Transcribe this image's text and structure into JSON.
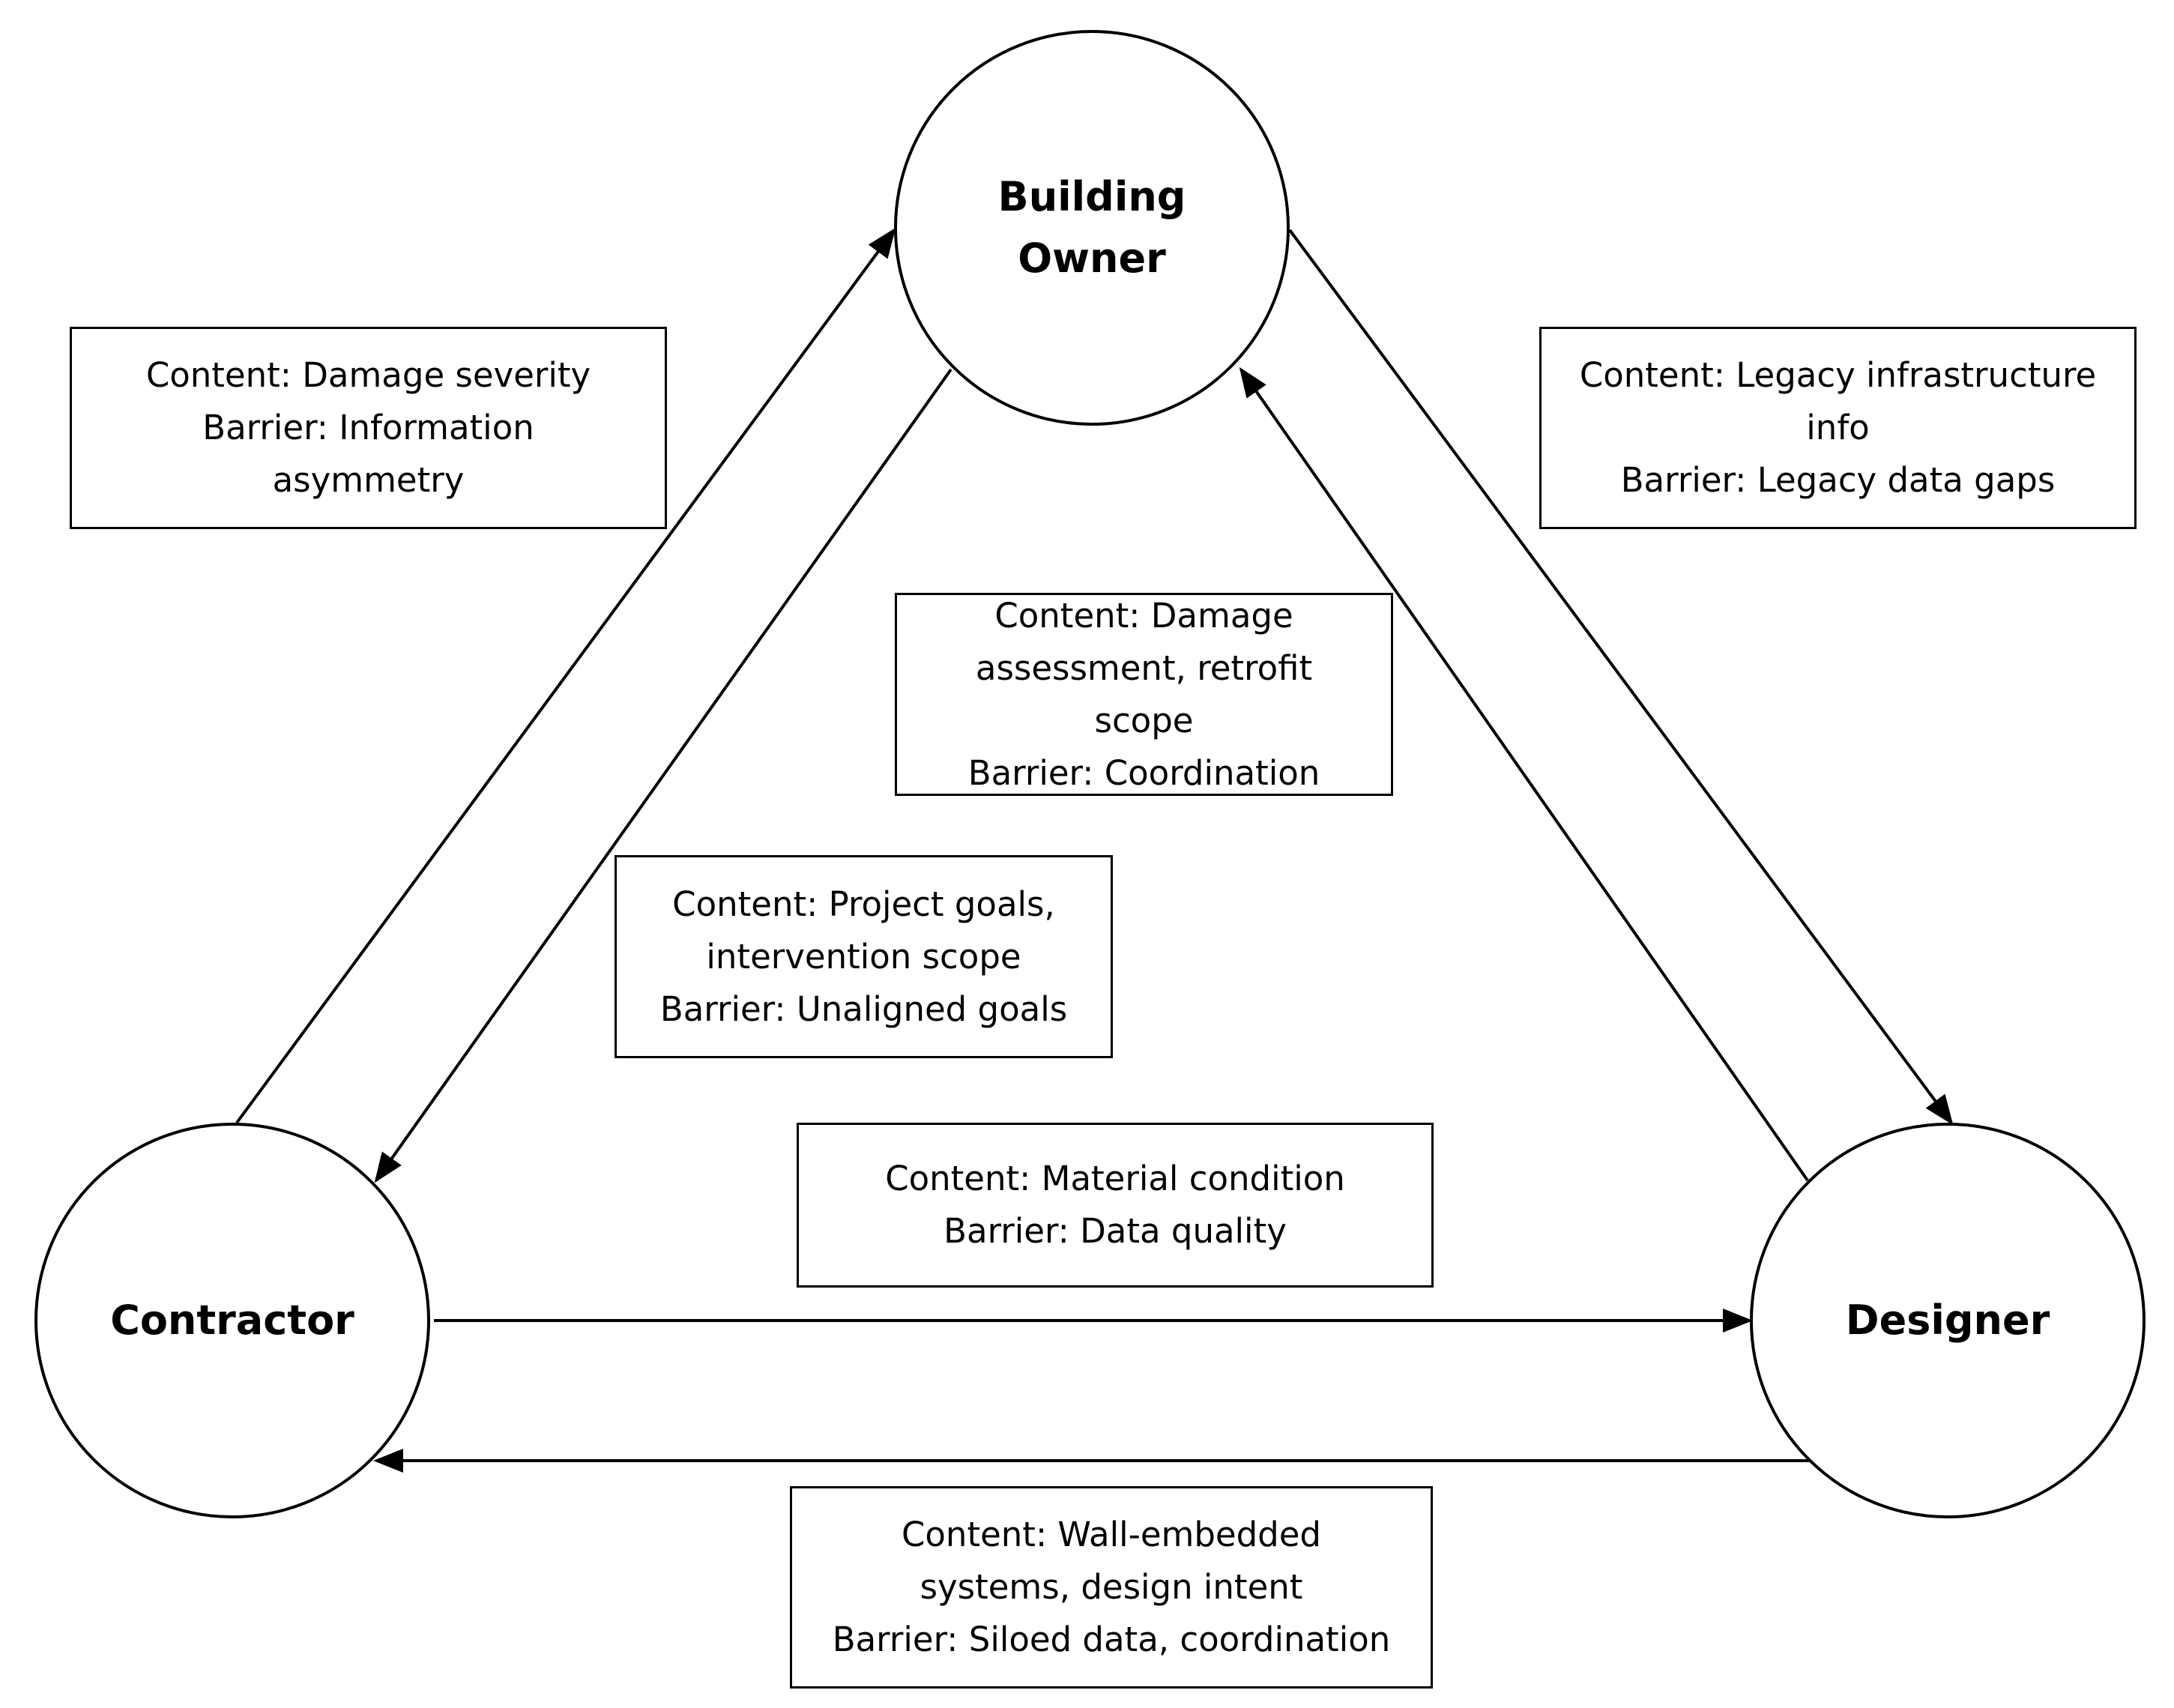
{
  "nodes": {
    "owner": "Building\nOwner",
    "contractor": "Contractor",
    "designer": "Designer"
  },
  "flows": {
    "contractor_to_owner": "Content: Damage severity\nBarrier: Information\nasymmetry",
    "owner_to_designer": "Content: Legacy infrastructure\ninfo\nBarrier: Legacy data gaps",
    "designer_to_owner": "Content: Damage\nassessment, retrofit\nscope\nBarrier: Coordination",
    "owner_to_contractor": "Content: Project goals,\nintervention scope\nBarrier: Unaligned goals",
    "contractor_to_designer": "Content: Material condition\nBarrier: Data quality",
    "designer_to_contractor": "Content: Wall-embedded\nsystems, design intent\nBarrier: Siloed data, coordination"
  },
  "colors": {
    "stroke": "#000000",
    "background": "#ffffff"
  }
}
